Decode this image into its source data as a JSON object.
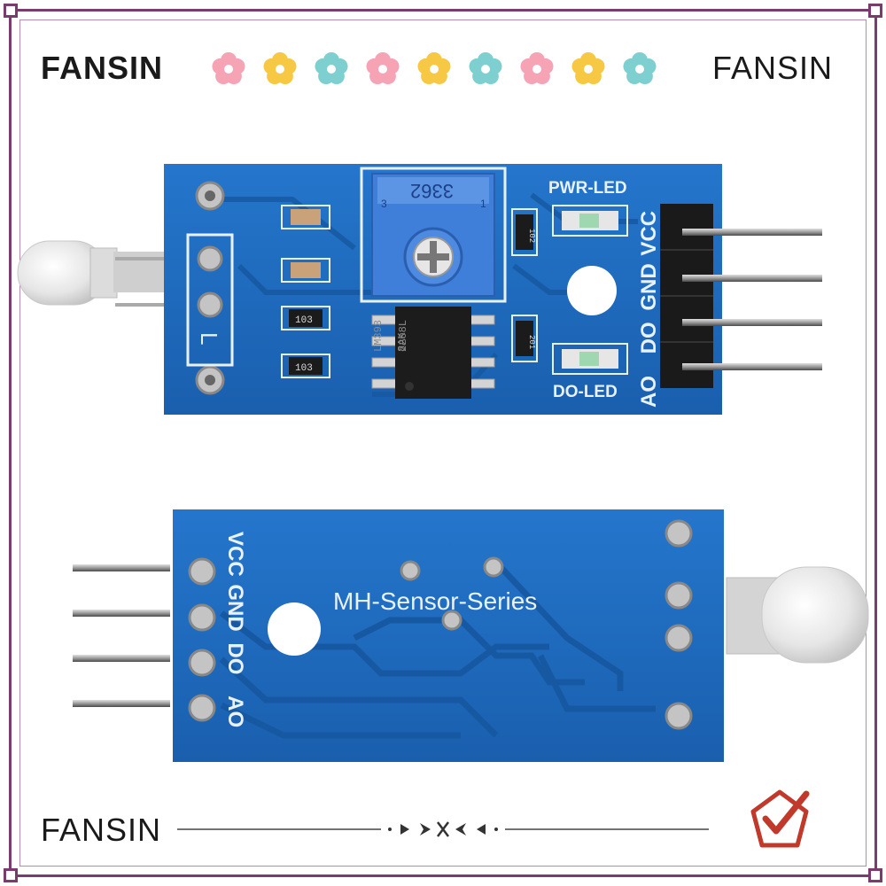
{
  "brand": {
    "top_left": "FANSIN",
    "top_right": "FANSIN",
    "bottom_left": "FANSIN"
  },
  "flowers": {
    "colors": [
      "#f5a3b5",
      "#f7c843",
      "#7ecfd0",
      "#f5a3b5",
      "#f7c843",
      "#7ecfd0",
      "#f5a3b5",
      "#f7c843",
      "#7ecfd0"
    ]
  },
  "board_front": {
    "pwr_led_label": "PWR-LED",
    "do_led_label": "DO-LED",
    "pin_labels": [
      "VCC",
      "GND",
      "DO",
      "AO"
    ],
    "pot_label": "3362",
    "pot_marks": [
      "3",
      "1"
    ],
    "chip_lines": [
      "LM393",
      "8AK",
      "2208L"
    ],
    "resistor_labels": [
      "103",
      "103",
      "102",
      "201"
    ],
    "sensor_mark": "L"
  },
  "board_back": {
    "series_label": "MH-Sensor-Series",
    "pin_labels": [
      "VCC",
      "GND",
      "DO",
      "AO"
    ]
  },
  "colors": {
    "pcb": "#1e6fc4",
    "frame": "#7a3b6e",
    "stamp": "#c0392b"
  }
}
